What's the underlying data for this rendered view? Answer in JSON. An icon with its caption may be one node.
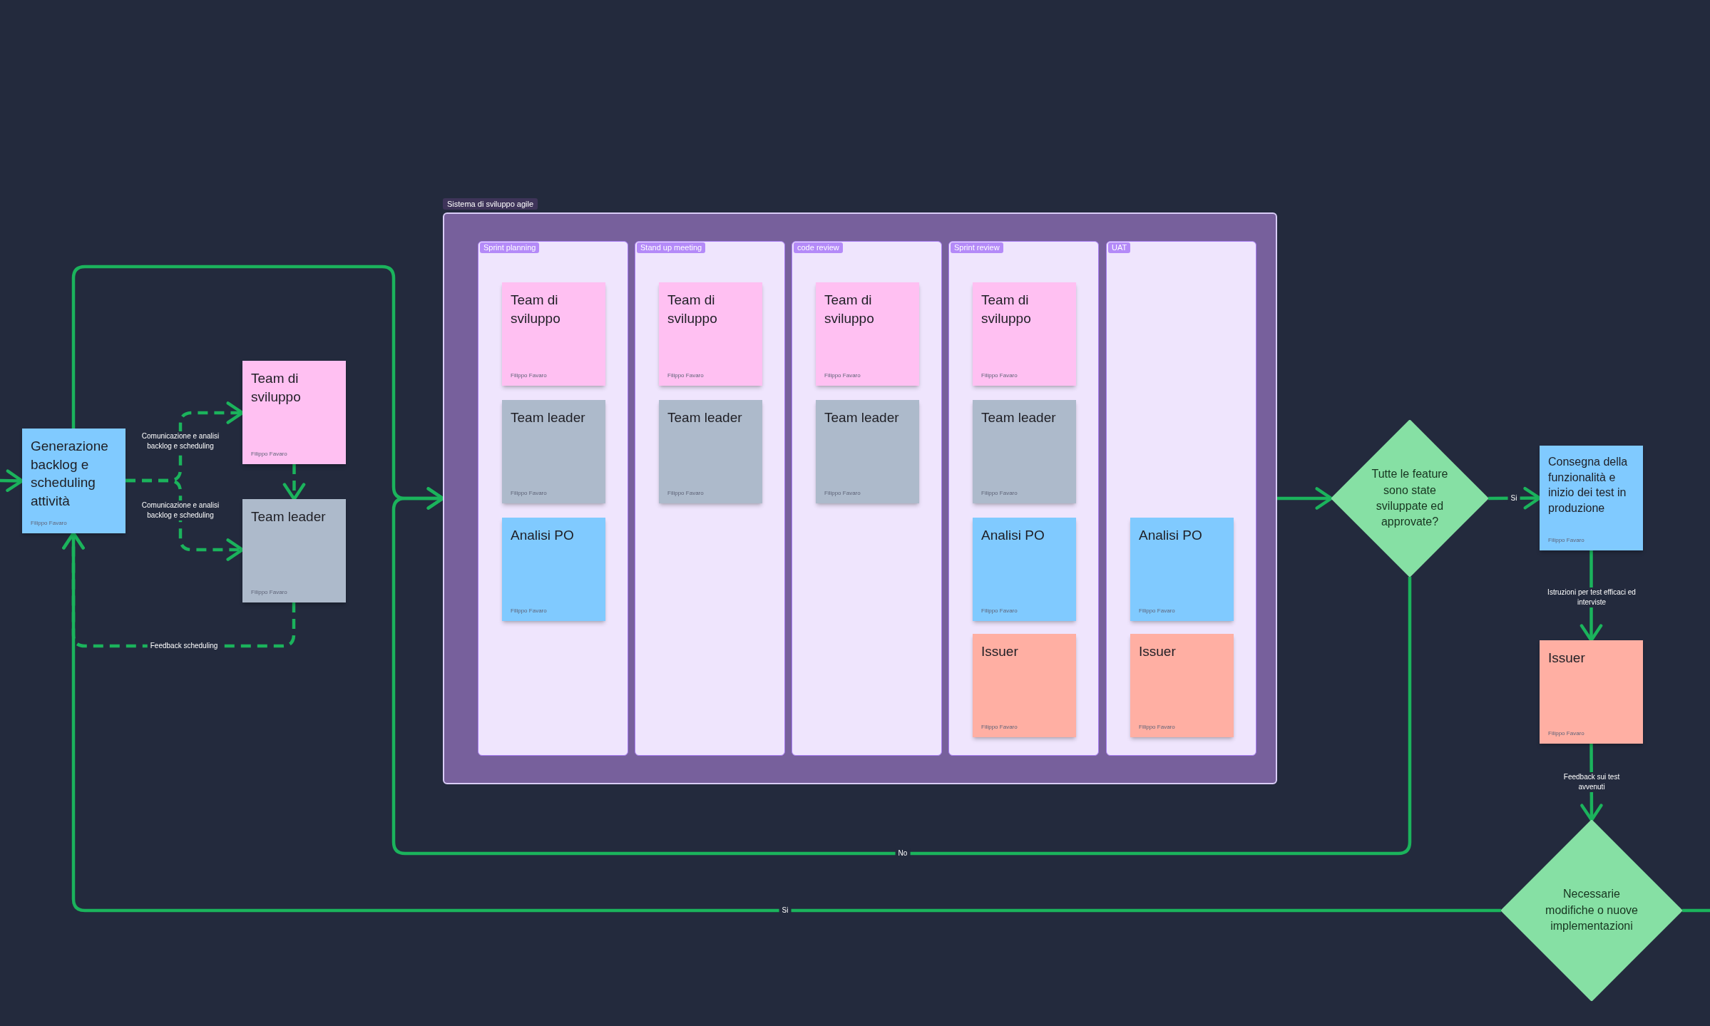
{
  "diagram": {
    "nodes": [
      {
        "text": [
          "Generazione backlog e scheduling attività",
          "Filippo Favaro"
        ]
      },
      {
        "text": [
          "Team di sviluppo",
          "Filippo Favaro"
        ]
      },
      {
        "text": [
          "Team leader",
          "Filippo Favaro"
        ]
      },
      {
        "text": [
          "Sistema di sviluppo agile"
        ]
      },
      {
        "text": [
          "Sprint planning"
        ],
        "in": 3
      },
      {
        "text": [
          "Team di sviluppo",
          "Filippo Favaro"
        ],
        "in": 4
      },
      {
        "text": [
          "Team leader",
          "Filippo Favaro"
        ],
        "in": 4
      },
      {
        "text": [
          "Analisi PO",
          "Filippo Favaro"
        ],
        "in": 4
      },
      {
        "text": [
          "Stand up meeting"
        ],
        "in": 3
      },
      {
        "text": [
          "Team di sviluppo",
          "Filippo Favaro"
        ],
        "in": 8
      },
      {
        "text": [
          "Team leader",
          "Filippo Favaro"
        ],
        "in": 8
      },
      {
        "text": [
          "code review"
        ],
        "in": 3
      },
      {
        "text": [
          "Team di sviluppo",
          "Filippo Favaro"
        ],
        "in": 11
      },
      {
        "text": [
          "Team leader",
          "Filippo Favaro"
        ],
        "in": 11
      },
      {
        "text": [
          "Sprint review"
        ],
        "in": 3
      },
      {
        "text": [
          "Team di sviluppo",
          "Filippo Favaro"
        ],
        "in": 14
      },
      {
        "text": [
          "Team leader",
          "Filippo Favaro"
        ],
        "in": 14
      },
      {
        "text": [
          "Analisi PO",
          "Filippo Favaro"
        ],
        "in": 14
      },
      {
        "text": [
          "Issuer",
          "Filippo Favaro"
        ],
        "in": 14
      },
      {
        "text": [
          "UAT"
        ],
        "in": 3
      },
      {
        "text": [
          "Analisi PO",
          "Filippo Favaro"
        ],
        "in": 19
      },
      {
        "text": [
          "Issuer",
          "Filippo Favaro"
        ],
        "in": 19
      },
      {
        "text": [
          "Tutte le feature sono state sviluppate ed approvate?"
        ]
      },
      {
        "text": [
          "Consegna della funzionalità e inizio dei test in produzione",
          "Filippo Favaro"
        ]
      },
      {
        "text": [
          "Issuer",
          "Filippo Favaro"
        ]
      },
      {
        "text": [
          "Necessarie modifiche o nuove implementazioni"
        ]
      }
    ],
    "edges": [
      {
        "from": null,
        "to": 0,
        "arrow": "to"
      },
      {
        "from": 0,
        "to": 1,
        "arrow": "to",
        "style": "dashed",
        "label": "Comunicazione e analisi backlog e scheduling"
      },
      {
        "from": 0,
        "to": 2,
        "arrow": "to",
        "style": "dashed",
        "label": "Comunicazione e analisi backlog e scheduling"
      },
      {
        "from": 1,
        "to": 2,
        "arrow": "to",
        "style": "dashed"
      },
      {
        "from": 2,
        "to": 0,
        "arrow": "to",
        "style": "dashed",
        "label": "Feedback scheduling"
      },
      {
        "from": 0,
        "to": 3,
        "arrow": "to"
      },
      {
        "from": 3,
        "to": 22,
        "arrow": "to"
      },
      {
        "from": 22,
        "to": 23,
        "arrow": "to",
        "label": "Si"
      },
      {
        "from": 23,
        "to": 24,
        "arrow": "to",
        "label": "Istruzioni per test efficaci ed interviste"
      },
      {
        "from": 24,
        "to": 25,
        "arrow": "to",
        "label": "Feedback sui test avvenuti"
      },
      {
        "from": 22,
        "to": 3,
        "arrow": "to",
        "label": "No"
      },
      {
        "from": 25,
        "to": 0,
        "arrow": "to",
        "label": "Si"
      },
      {
        "from": 25,
        "to": null,
        "arrow": "none"
      }
    ]
  }
}
